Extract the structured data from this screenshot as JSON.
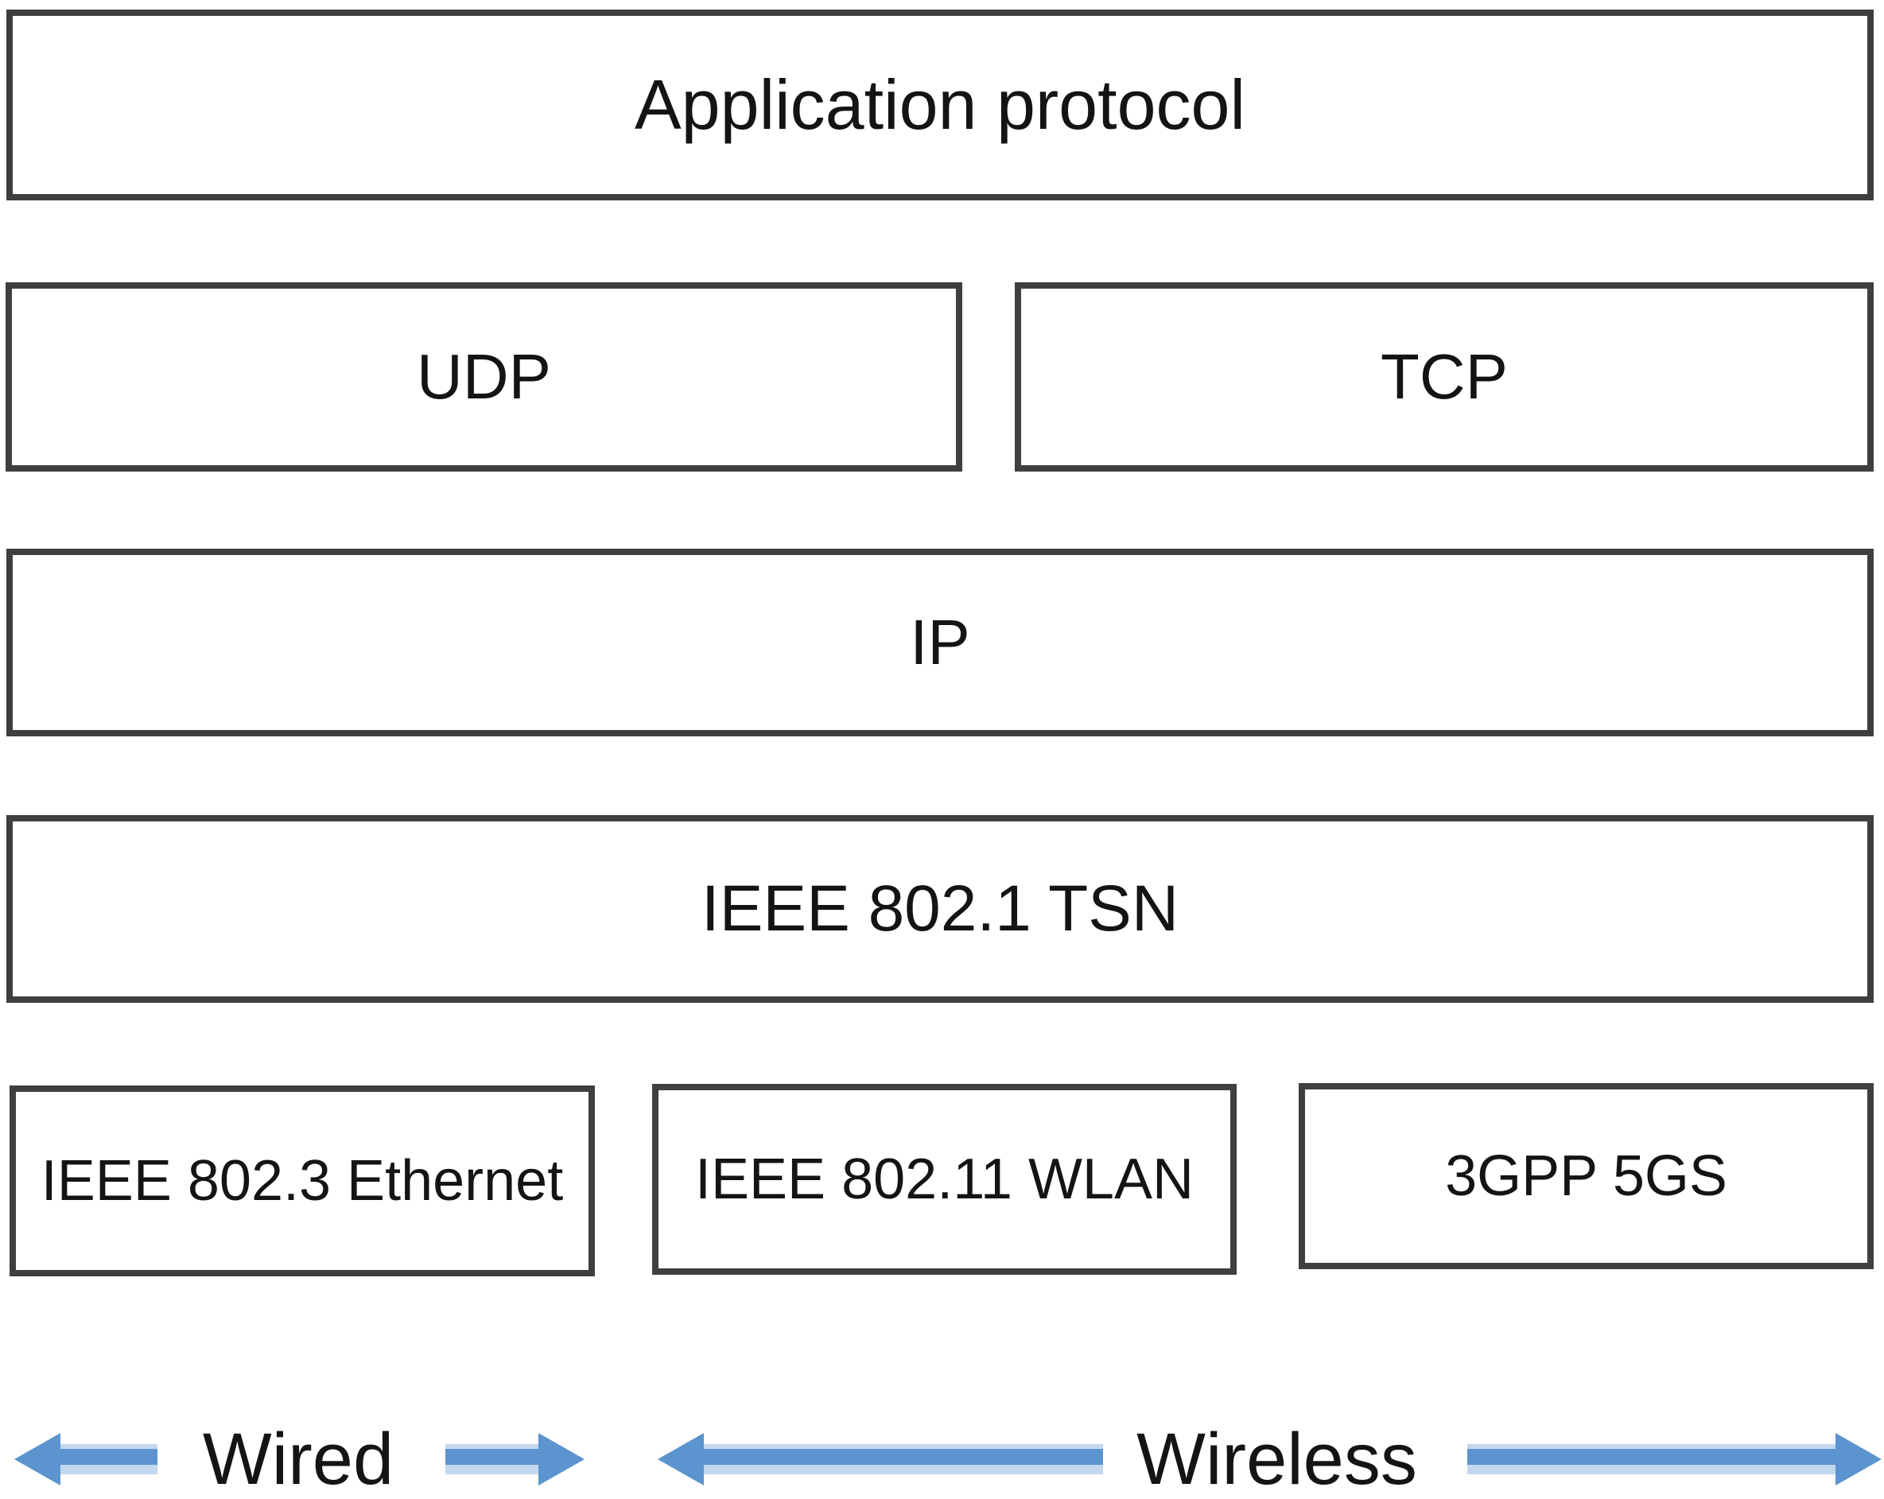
{
  "boxes": {
    "application": {
      "label": "Application protocol"
    },
    "udp": {
      "label": "UDP"
    },
    "tcp": {
      "label": "TCP"
    },
    "ip": {
      "label": "IP"
    },
    "tsn": {
      "label": "IEEE 802.1 TSN"
    },
    "ethernet": {
      "label": "IEEE 802.3 Ethernet"
    },
    "wlan": {
      "label": "IEEE 802.11 WLAN"
    },
    "fivegs": {
      "label": "3GPP 5GS"
    }
  },
  "legend": {
    "wired_label": "Wired",
    "wireless_label": "Wireless"
  },
  "colors": {
    "arrow_blue": "#5b94ce",
    "arrow_halo": "#c3d8ee",
    "box_border": "#3f3f3f",
    "text": "#141414",
    "background": "#ffffff"
  }
}
